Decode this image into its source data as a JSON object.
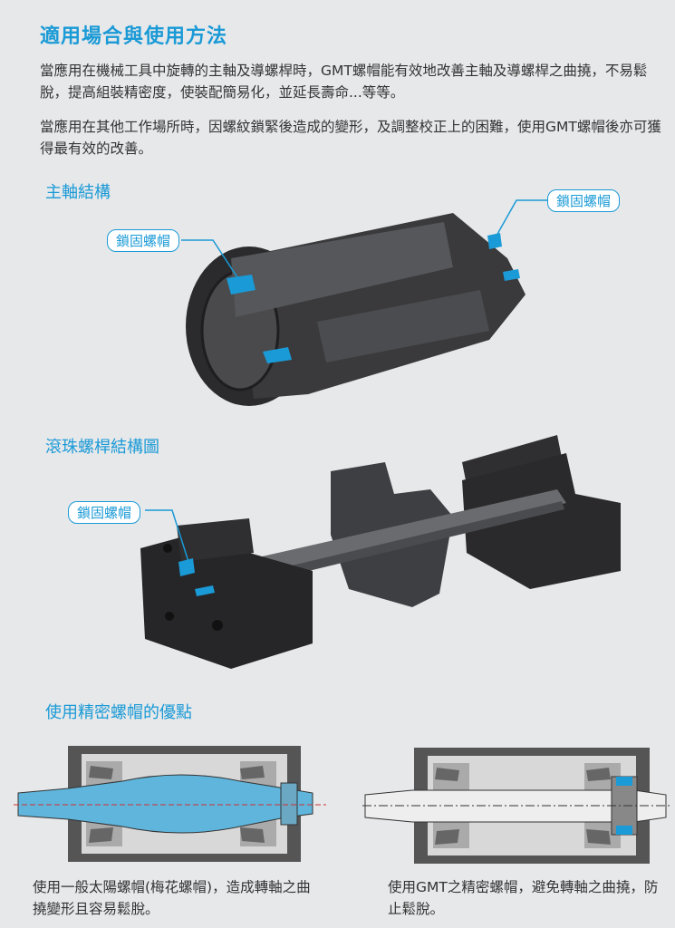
{
  "title": "適用場合與使用方法",
  "paragraphs": [
    "當應用在機械工具中旋轉的主軸及導螺桿時，GMT螺帽能有效地改善主軸及導螺桿之曲撓，不易鬆脫，提高組裝精密度，使裝配簡易化，並延長壽命...等等。",
    "當應用在其他工作場所時，因螺紋鎖緊後造成的變形，及調整校正上的困難，使用GMT螺帽後亦可獲得最有效的改善。"
  ],
  "sections": {
    "spindle": {
      "heading": "主軸結構",
      "callout_left": "鎖固螺帽",
      "callout_right": "鎖固螺帽"
    },
    "ballscrew": {
      "heading": "滾珠螺桿結構圖",
      "callout": "鎖固螺帽"
    },
    "advantages": {
      "heading": "使用精密螺帽的優點",
      "caption_left": "使用一般太陽螺帽(梅花螺帽)，造成轉軸之曲撓變形且容易鬆脫。",
      "caption_right": "使用GMT之精密螺帽，避免轉軸之曲撓，防止鬆脫。"
    }
  },
  "colors": {
    "accent": "#1a9ad6",
    "background": "#e7e8ea",
    "metal": "#3a3a3c"
  }
}
